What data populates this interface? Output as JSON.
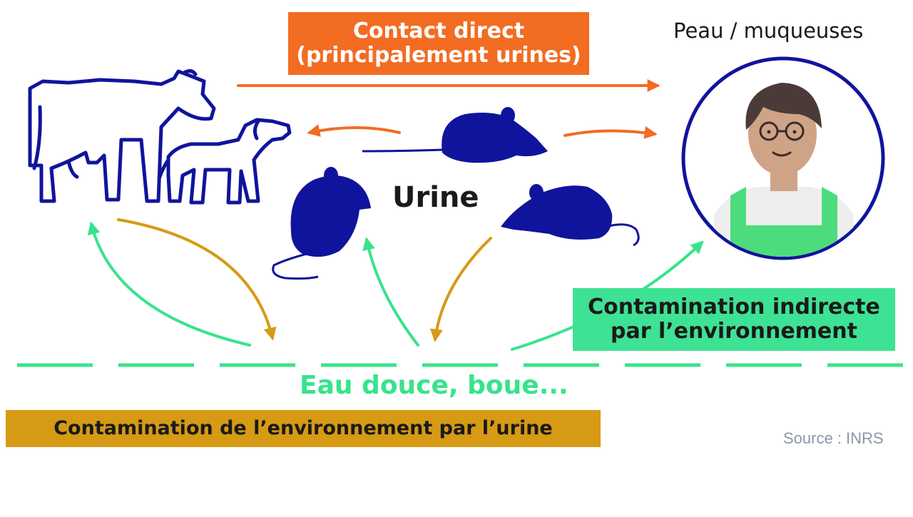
{
  "contact_box": {
    "line1": "Contact direct",
    "line2": "(principalement urines)"
  },
  "person_label": "Peau / muqueuses",
  "center_label": "Urine",
  "indirect_box": {
    "line1": "Contamination indirecte",
    "line2": "par l’environnement"
  },
  "water_label": "Eau douce, boue...",
  "env_box": {
    "label": "Contamination de l’environnement par l’urine"
  },
  "source": "Source : INRS",
  "colors": {
    "orange": "#f26c22",
    "blue": "#10149c",
    "green": "#38e38c",
    "mustard": "#d69a14",
    "person_green": "#4ddc7c",
    "skin": "#cfa386",
    "hair": "#4a3b38",
    "text_dark": "#1a1a1a",
    "source_grey": "#8d96a8"
  },
  "icons": [
    "cow-icon",
    "dog-icon",
    "rat-icon",
    "person-icon"
  ]
}
